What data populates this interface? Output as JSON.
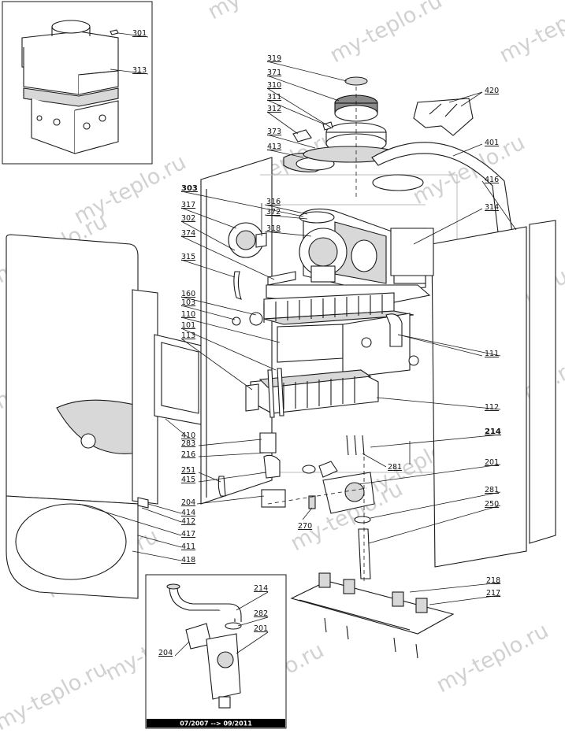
{
  "watermark_text": "my-teplo.ru",
  "inset_top_labels": [
    "301",
    "313"
  ],
  "main_labels": {
    "l319": "319",
    "l371": "371",
    "l310": "310",
    "l311": "311",
    "l312": "312",
    "l373": "373",
    "l413": "413",
    "l303": "303",
    "l317": "317",
    "l302": "302",
    "l374": "374",
    "l315": "315",
    "l160": "160",
    "l103": "103",
    "l110": "110",
    "l101": "101",
    "l113": "113",
    "l316": "316",
    "l372": "372",
    "l318": "318",
    "l420": "420",
    "l401": "401",
    "l416": "416",
    "l314": "314",
    "l111": "111",
    "l112": "112",
    "l214": "214",
    "l201": "201",
    "l281a": "281",
    "l281b": "281",
    "l250": "250",
    "l270": "270",
    "l410": "410",
    "l283": "283",
    "l216": "216",
    "l251": "251",
    "l415": "415",
    "l204": "204",
    "l414": "414",
    "l412": "412",
    "l417": "417",
    "l411": "411",
    "l418": "418",
    "l218": "218",
    "l217": "217"
  },
  "inset_bottom_labels": {
    "l214": "214",
    "l282": "282",
    "l201": "201",
    "l204": "204"
  },
  "inset_bottom_date": "07/2007 --> 09/2011"
}
